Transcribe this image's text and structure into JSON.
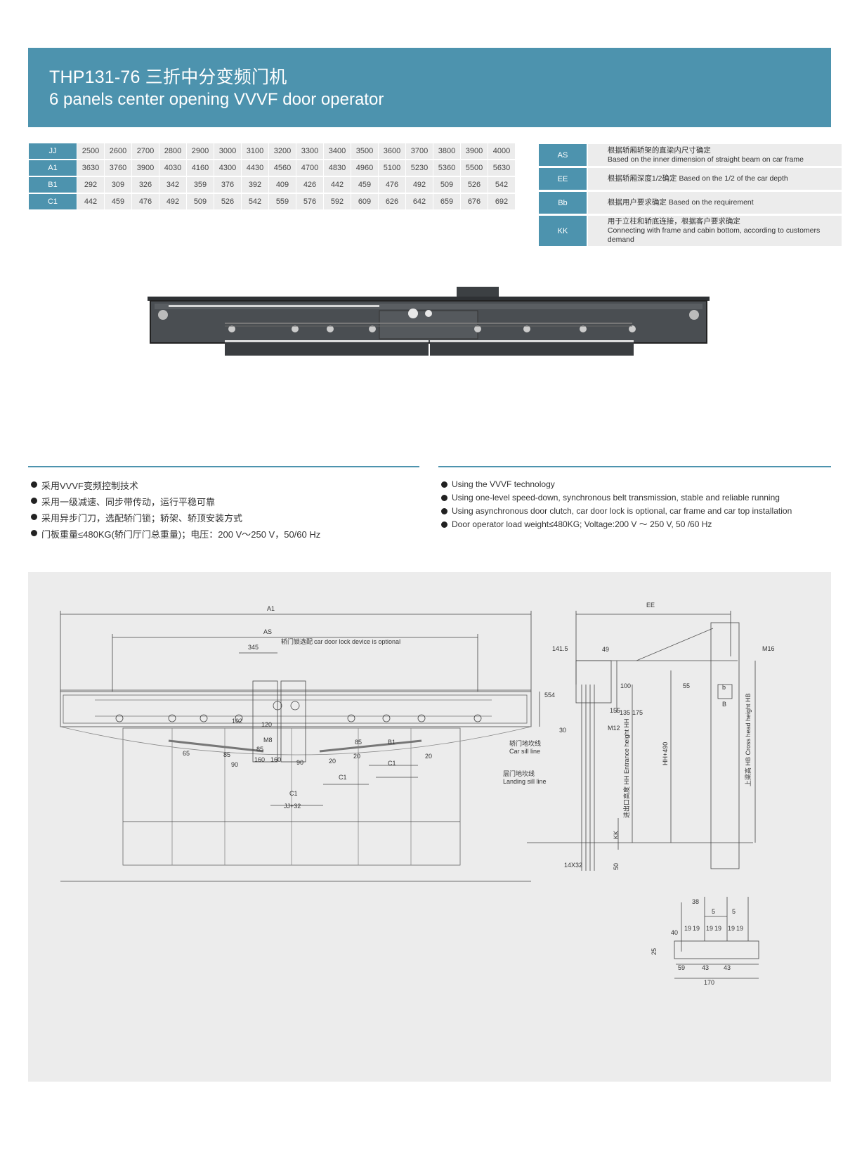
{
  "header": {
    "title_cn": "THP131-76 三折中分变频门机",
    "title_en": "6 panels center opening VVVF door operator"
  },
  "dimension_table": {
    "rows": [
      {
        "key": "JJ",
        "values": [
          "2500",
          "2600",
          "2700",
          "2800",
          "2900",
          "3000",
          "3100",
          "3200",
          "3300",
          "3400",
          "3500",
          "3600",
          "3700",
          "3800",
          "3900",
          "4000"
        ]
      },
      {
        "key": "A1",
        "values": [
          "3630",
          "3760",
          "3900",
          "4030",
          "4160",
          "4300",
          "4430",
          "4560",
          "4700",
          "4830",
          "4960",
          "5100",
          "5230",
          "5360",
          "5500",
          "5630"
        ]
      },
      {
        "key": "B1",
        "values": [
          "292",
          "309",
          "326",
          "342",
          "359",
          "376",
          "392",
          "409",
          "426",
          "442",
          "459",
          "476",
          "492",
          "509",
          "526",
          "542"
        ]
      },
      {
        "key": "C1",
        "values": [
          "442",
          "459",
          "476",
          "492",
          "509",
          "526",
          "542",
          "559",
          "576",
          "592",
          "609",
          "626",
          "642",
          "659",
          "676",
          "692"
        ]
      }
    ]
  },
  "notes_table": {
    "rows": [
      {
        "key": "AS",
        "cn": "根据轿厢轿架的直梁内尺寸确定",
        "en": "Based on the inner dimension of straight beam on car frame"
      },
      {
        "key": "EE",
        "cn": "根据轿厢深度1/2确定",
        "en": "Based on the 1/2 of the car depth"
      },
      {
        "key": "Bb",
        "cn": "根据用户要求确定",
        "en": "Based on the requirement"
      },
      {
        "key": "KK",
        "cn": "用于立柱和轿底连接，根据客户要求确定",
        "en": "Connecting with frame and cabin bottom, according to customers demand"
      }
    ]
  },
  "features_cn": [
    "采用VVVF变频控制技术",
    "采用一级减速、同步带传动，运行平稳可靠",
    "采用异步门刀，选配轿门锁；轿架、轿顶安装方式",
    "门板重量≤480KG(轿门厅门总重量)；电压：200 V～250 V，50/60 Hz"
  ],
  "features_en": [
    "Using the VVVF technology",
    "Using one-level speed-down, synchronous belt transmission, stable and reliable running",
    "Using asynchronous door clutch, car door lock is optional, car frame and car top installation",
    "Door operator load weight≤480KG; Voltage:200 V ～ 250 V, 50 /60 Hz"
  ],
  "drawing": {
    "front": {
      "a1": "A1",
      "as": "AS",
      "d345": "345",
      "lock_cn": "轿门锁选配",
      "lock_en": "car door lock device is optional",
      "h554": "554",
      "d65": "65",
      "d85a": "85",
      "d90a": "90",
      "d85b": "85",
      "d160a": "160",
      "d160b": "160",
      "d90b": "90",
      "d20a": "20",
      "d85c": "85",
      "b1": "B1",
      "d20b": "20",
      "c1a": "C1",
      "d20c": "20",
      "c1b": "C1",
      "c1c": "C1",
      "jj32": "JJ+32",
      "m8": "M8",
      "d120": "120",
      "d102": "102"
    },
    "side": {
      "ee": "EE",
      "d141": "141.5",
      "d49": "49",
      "m16": "M16",
      "d100": "100",
      "d155": "155",
      "d135": "135",
      "d175": "175",
      "d55": "55",
      "b_small": "b",
      "b_big": "B",
      "m12": "M12",
      "d30": "30",
      "car_sill_cn": "轿门地坎线",
      "car_sill_en": "Car sill line",
      "landing_cn": "层门地坎线",
      "landing_en": "Landing sill line",
      "hh_label": "进出口高度 HH Entrance height HH",
      "hh490": "HH+490",
      "hb_label": "上梁高 HB Cross head height HB",
      "kk": "KK",
      "d14x32": "14X32",
      "d50": "50"
    },
    "detail": {
      "d38": "38",
      "d5a": "5",
      "d5b": "5",
      "d40": "40",
      "d19": [
        "19",
        "19",
        "19",
        "19",
        "19",
        "19"
      ],
      "d25": "25",
      "d59": "59",
      "d43a": "43",
      "d43b": "43",
      "d170": "170"
    }
  }
}
